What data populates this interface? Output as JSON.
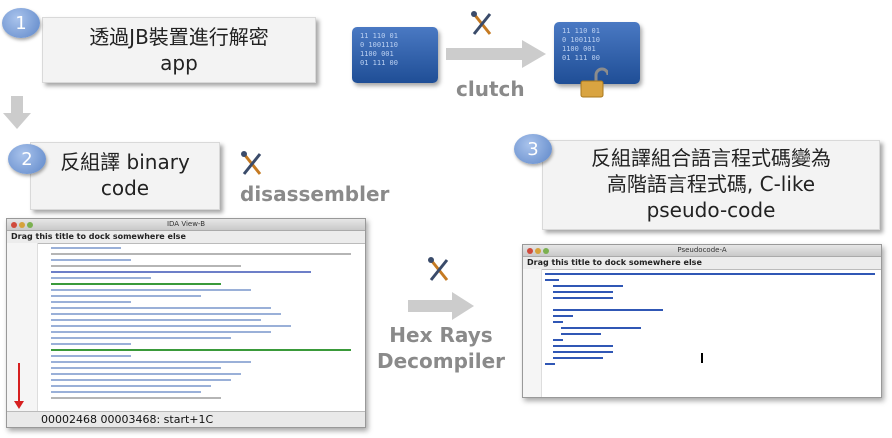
{
  "steps": [
    {
      "num": "1",
      "line1": "透過JB裝置進行解密",
      "line2": "app"
    },
    {
      "num": "2",
      "line1": "反組譯 binary",
      "line2": "code"
    },
    {
      "num": "3",
      "line1": "反組譯組合語言程式碼變為",
      "line2": "高階語言程式碼, C-like",
      "line3": "pseudo-code"
    }
  ],
  "tools": {
    "clutch": "clutch",
    "disassembler": "disassembler",
    "hexrays_line1": "Hex Rays",
    "hexrays_line2": "Decompiler"
  },
  "binary_text": "11 110 01\n0 1001110\n1100 001\n01 111 00",
  "ida_window": {
    "title": "IDA View-B",
    "dock_text": "Drag this title to dock somewhere else",
    "status": "00002468 00003468: start+1C"
  },
  "pseudo_window": {
    "title": "Pseudocode-A",
    "dock_text": "Drag this title to dock somewhere else"
  },
  "colors": {
    "badge": "#5d86c8",
    "binary_block": "#2b5aa6",
    "arrow_gray": "#cccccc",
    "tool_label": "#8a8a8a"
  }
}
